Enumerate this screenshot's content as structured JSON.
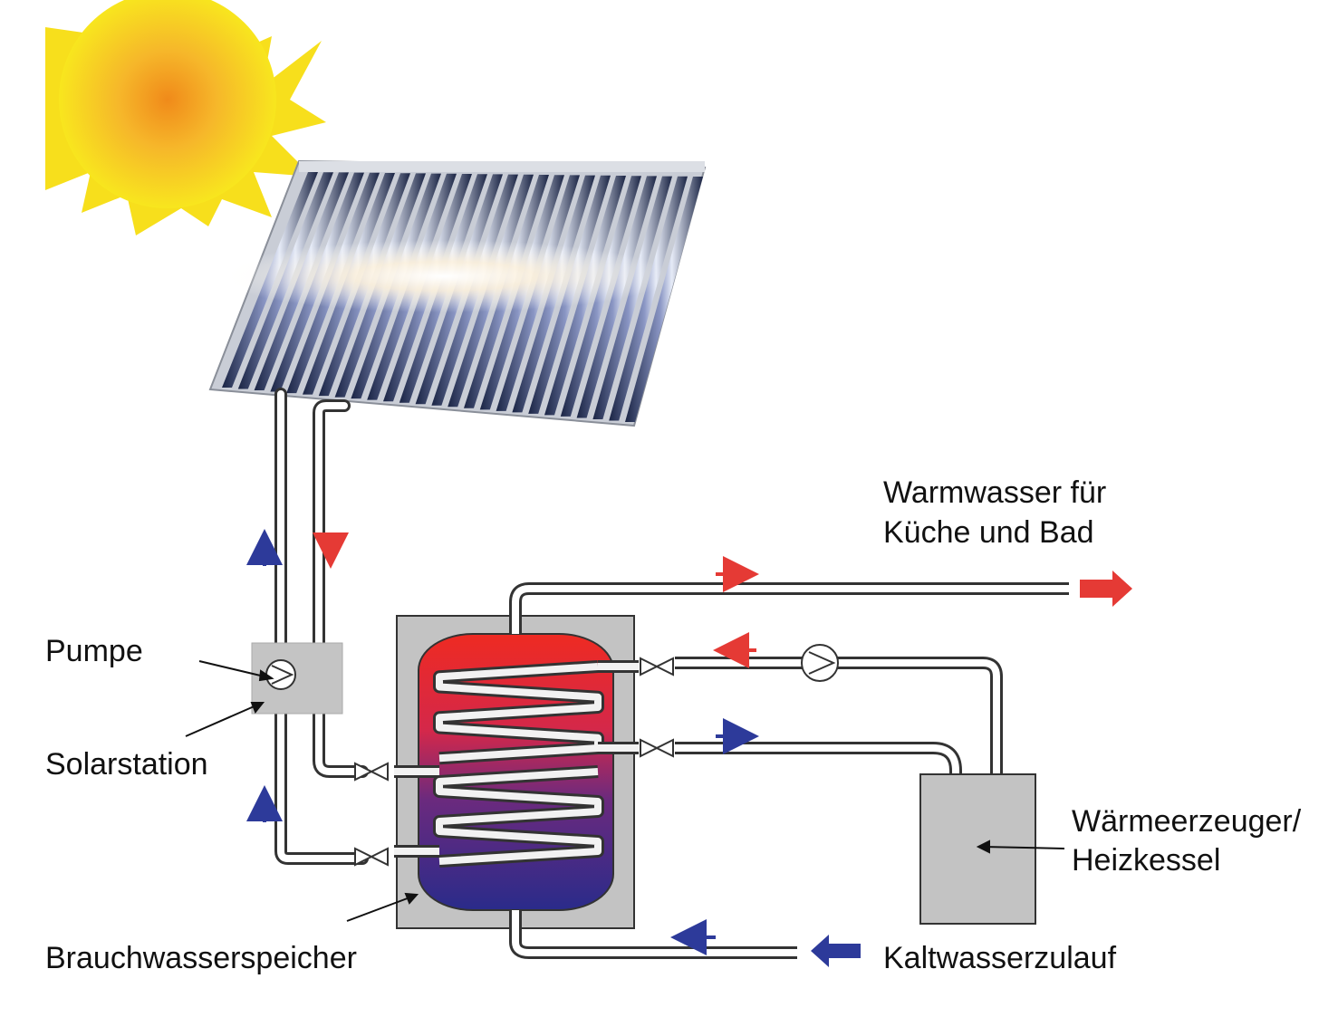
{
  "labels": {
    "warm_water_line1": "Warmwasser für",
    "warm_water_line2": "Küche und Bad",
    "pump": "Pumpe",
    "solar_station": "Solarstation",
    "heat_generator_line1": "Wärmeerzeuger/",
    "heat_generator_line2": "Heizkessel",
    "storage_tank": "Brauchwasserspeicher",
    "cold_water_inlet": "Kaltwasserzulauf"
  },
  "colors": {
    "hot": "#e53a35",
    "cold": "#2d3a9a",
    "sun_center": "#f39a1e",
    "sun_outer": "#f6e31f",
    "housing": "#bdbdbd",
    "pipe_outline": "#333333"
  }
}
